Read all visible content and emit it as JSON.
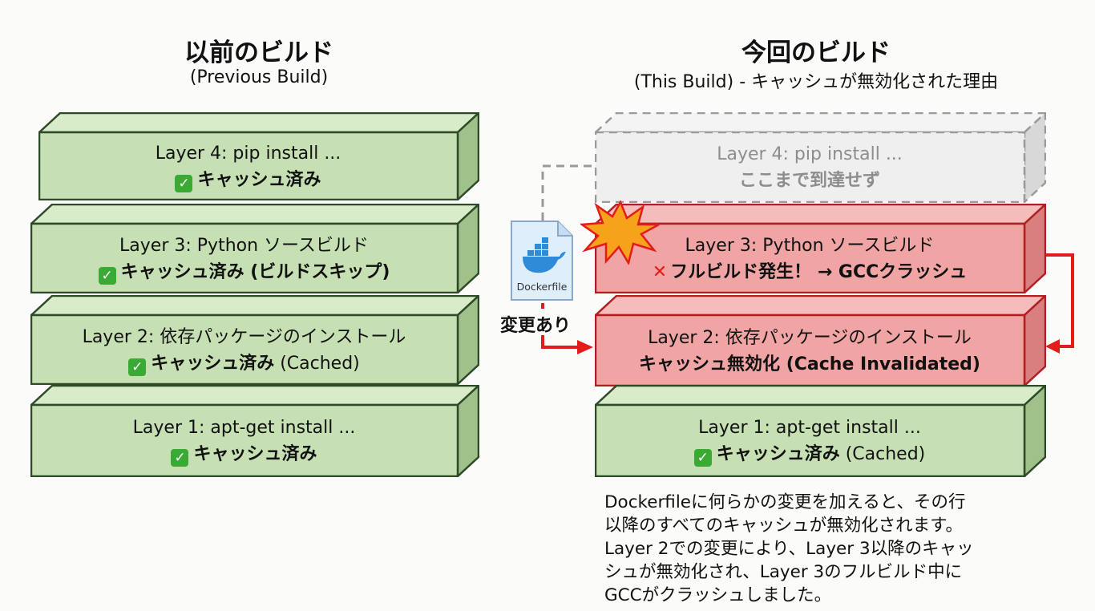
{
  "left": {
    "title": "以前のビルド",
    "subtitle": "(Previous Build)",
    "layers": [
      {
        "line1": "Layer 4: pip install ...",
        "line2": "キャッシュ済み",
        "status": "cached"
      },
      {
        "line1": "Layer 3: Python ソースビルド",
        "line2": "キャッシュ済み (ビルドスキップ)",
        "status": "cached"
      },
      {
        "line1": "Layer 2: 依存パッケージのインストール",
        "line2": "キャッシュ済み",
        "line2_suffix": "(Cached)",
        "status": "cached"
      },
      {
        "line1": "Layer 1: apt-get install ...",
        "line2": "キャッシュ済み",
        "status": "cached"
      }
    ]
  },
  "right": {
    "title": "今回のビルド",
    "subtitle": "(This Build) - キャッシュが無効化された理由",
    "layers": [
      {
        "line1": "Layer 4: pip install ...",
        "line2": "ここまで到達せず",
        "status": "not-reached"
      },
      {
        "line1": "Layer 3: Python ソースビルド",
        "line2": "フルビルド発生！ → GCCクラッシュ",
        "status": "failed"
      },
      {
        "line1": "Layer 2: 依存パッケージのインストール",
        "line2": "キャッシュ無効化",
        "line2_suffix": "(Cache Invalidated)",
        "status": "invalidated"
      },
      {
        "line1": "Layer 1: apt-get install ...",
        "line2": "キャッシュ済み",
        "line2_suffix": "(Cached)",
        "status": "cached"
      }
    ]
  },
  "dockerfile": {
    "label": "Dockerfile",
    "change_label": "変更あり"
  },
  "note": [
    "Dockerfileに何らかの変更を加えると、その行",
    "以降のすべてのキャッシュが無効化されます。",
    "Layer 2での変更により、Layer 3以降のキャッ",
    "シュが無効化され、Layer 3のフルビルド中に",
    "GCCがクラッシュしました。"
  ],
  "colors": {
    "green": "#c6e0b4",
    "red": "#f0a4a4",
    "ghost": "#eeeeee",
    "arrow": "#e31b1b"
  }
}
